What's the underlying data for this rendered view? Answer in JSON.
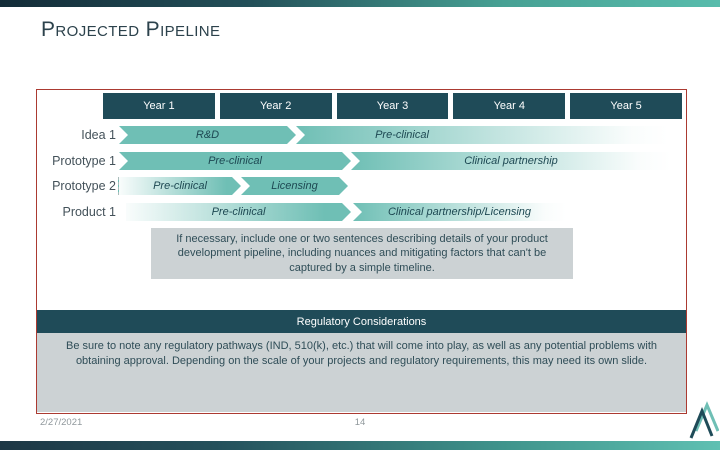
{
  "title": "Projected Pipeline",
  "colors": {
    "dark_teal": "#1f4b58",
    "arrow_teal": "#6fbfb5",
    "grey_box": "#ccd2d4",
    "red_border": "#ab3a31",
    "body_text": "#2f4d57"
  },
  "timeline": {
    "columns": [
      "Year 1",
      "Year 2",
      "Year 3",
      "Year 4",
      "Year 5"
    ],
    "axis_range_years": [
      0,
      5
    ],
    "rows": [
      {
        "label": "Idea 1",
        "segments": [
          {
            "label": "R&D",
            "start_year": 0.1,
            "end_year": 1.7,
            "fade": "none"
          },
          {
            "label": "Pre-clinical",
            "start_year": 1.7,
            "end_year": 4.9,
            "fade": "right"
          }
        ]
      },
      {
        "label": "Prototype 1",
        "segments": [
          {
            "label": "Pre-clinical",
            "start_year": 0.1,
            "end_year": 2.1,
            "fade": "none"
          },
          {
            "label": "Clinical partnership",
            "start_year": 2.1,
            "end_year": 4.9,
            "fade": "right"
          }
        ]
      },
      {
        "label": "Prototype 2",
        "segments": [
          {
            "label": "Pre-clinical",
            "start_year": 0.1,
            "end_year": 1.2,
            "fade": "left"
          },
          {
            "label": "Licensing",
            "start_year": 1.2,
            "end_year": 2.1,
            "fade": "none"
          }
        ]
      },
      {
        "label": "Product 1",
        "segments": [
          {
            "label": "Pre-clinical",
            "start_year": 0.2,
            "end_year": 2.1,
            "fade": "left"
          },
          {
            "label": "Clinical partnership/Licensing",
            "start_year": 2.2,
            "end_year": 4.0,
            "fade": "right"
          }
        ]
      }
    ]
  },
  "note_box": "If necessary, include one or two sentences describing details of your product development pipeline, including nuances and mitigating factors that can't be captured by a simple timeline.",
  "regulatory": {
    "header": "Regulatory Considerations",
    "body": "Be sure to note any regulatory pathways (IND, 510(k), etc.) that will come into play, as well as any potential problems with obtaining approval. Depending on the scale of your projects and regulatory requirements, this may need its own slide."
  },
  "footer": {
    "date": "2/27/2021",
    "page_number": "14"
  }
}
